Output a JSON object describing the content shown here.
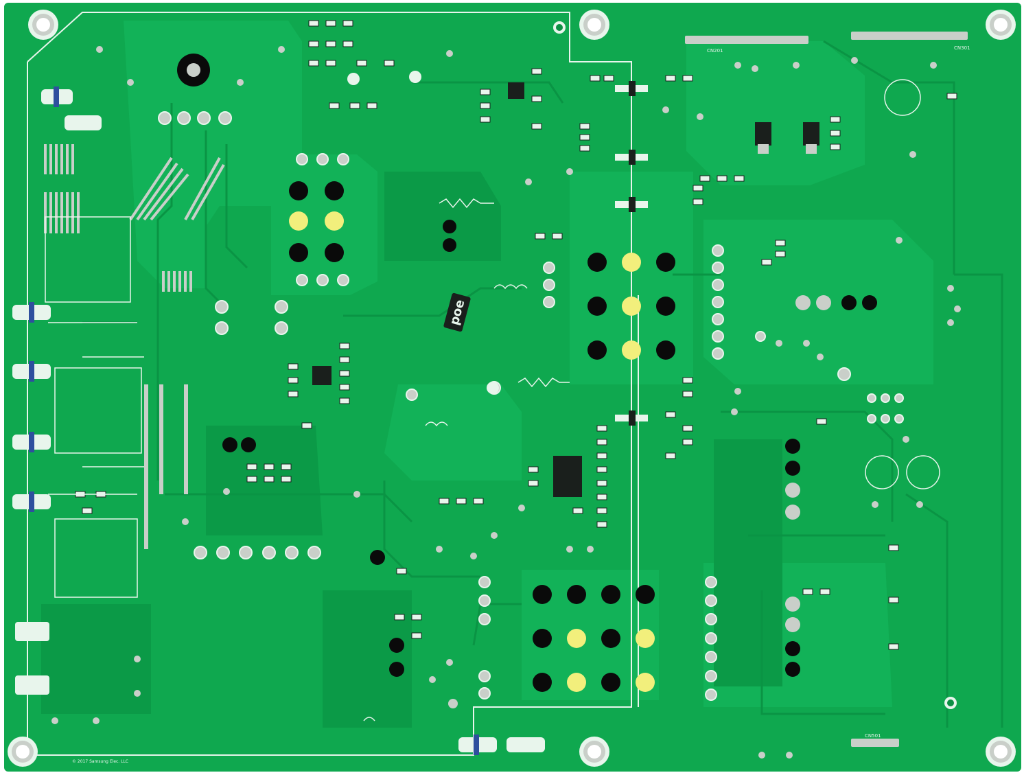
{
  "photo": {
    "subject": "green printed circuit board, solder side",
    "colors": {
      "board": "#0fa84f",
      "board_dark": "#0b8f43",
      "copper_pour": "#12b258",
      "silk": "#e8f5ec",
      "solder": "#c9cfc9",
      "hole": "#0a0a0a",
      "yellow_pad": "#f2ef7c",
      "smd_dark": "#1a1f1c",
      "blue_band": "#2e4f9e",
      "resistor_red": "#c0392b"
    }
  },
  "markings": {
    "stamp": "poe",
    "connector_top_center": "CN201",
    "connector_top_right": "CN301",
    "connector_bottom": "CN501",
    "footer_note": "© 2017 Samsung Elec. LLC"
  }
}
